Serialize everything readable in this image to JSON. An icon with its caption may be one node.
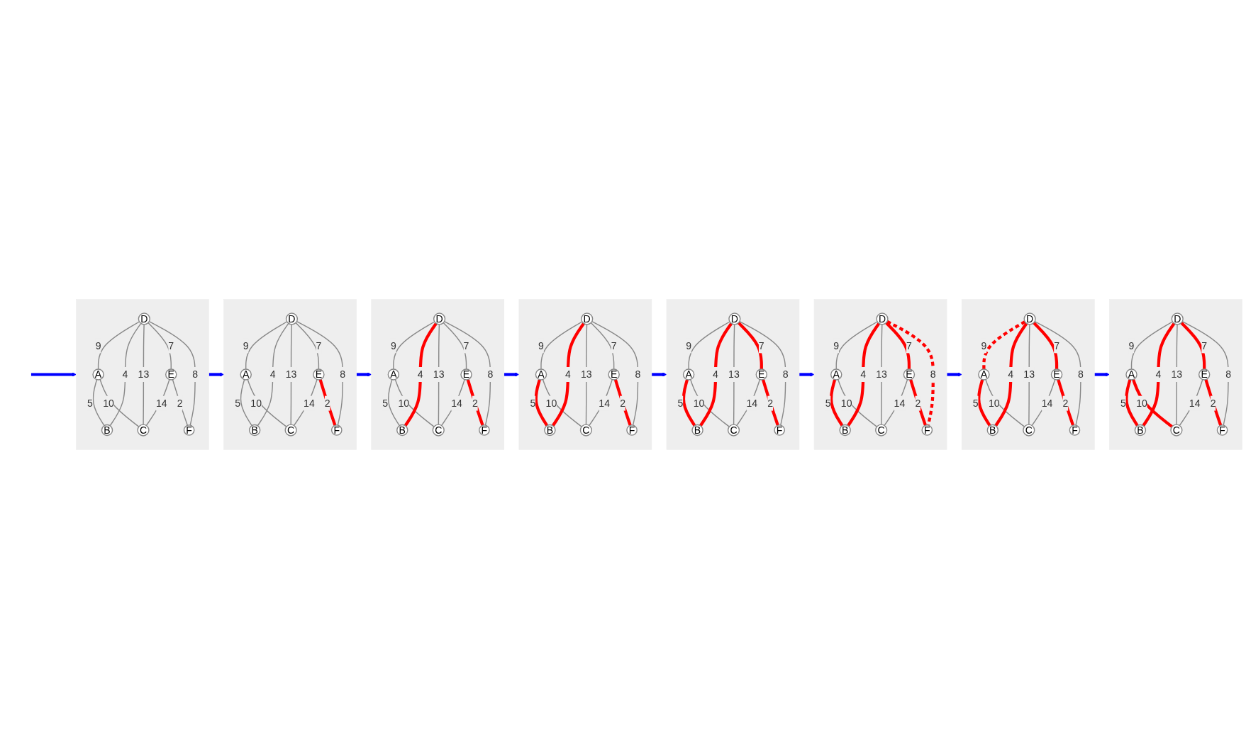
{
  "diagram": {
    "nodes": [
      {
        "text": [],
        "shape": "box"
      },
      {
        "text": [
          "A"
        ],
        "in": 0
      },
      {
        "text": [
          "B"
        ],
        "in": 0
      },
      {
        "text": [
          "C"
        ],
        "in": 0
      },
      {
        "text": [
          "D"
        ],
        "in": 0
      },
      {
        "text": [
          "E"
        ],
        "in": 0
      },
      {
        "text": [
          "F"
        ],
        "in": 0
      },
      {
        "text": [],
        "shape": "box"
      },
      {
        "text": [
          "A"
        ],
        "in": 7
      },
      {
        "text": [
          "B"
        ],
        "in": 7
      },
      {
        "text": [
          "C"
        ],
        "in": 7
      },
      {
        "text": [
          "D"
        ],
        "in": 7
      },
      {
        "text": [
          "E"
        ],
        "in": 7
      },
      {
        "text": [
          "F"
        ],
        "in": 7
      },
      {
        "text": [],
        "shape": "box"
      },
      {
        "text": [
          "A"
        ],
        "in": 14
      },
      {
        "text": [
          "B"
        ],
        "in": 14
      },
      {
        "text": [
          "C"
        ],
        "in": 14
      },
      {
        "text": [
          "D"
        ],
        "in": 14
      },
      {
        "text": [
          "E"
        ],
        "in": 14
      },
      {
        "text": [
          "F"
        ],
        "in": 14
      },
      {
        "text": [],
        "shape": "box"
      },
      {
        "text": [
          "A"
        ],
        "in": 21
      },
      {
        "text": [
          "B"
        ],
        "in": 21
      },
      {
        "text": [
          "C"
        ],
        "in": 21
      },
      {
        "text": [
          "D"
        ],
        "in": 21
      },
      {
        "text": [
          "E"
        ],
        "in": 21
      },
      {
        "text": [
          "F"
        ],
        "in": 21
      },
      {
        "text": [],
        "shape": "box"
      },
      {
        "text": [
          "A"
        ],
        "in": 28
      },
      {
        "text": [
          "B"
        ],
        "in": 28
      },
      {
        "text": [
          "C"
        ],
        "in": 28
      },
      {
        "text": [
          "D"
        ],
        "in": 28
      },
      {
        "text": [
          "E"
        ],
        "in": 28
      },
      {
        "text": [
          "F"
        ],
        "in": 28
      },
      {
        "text": [],
        "shape": "box"
      },
      {
        "text": [
          "A"
        ],
        "in": 35
      },
      {
        "text": [
          "B"
        ],
        "in": 35
      },
      {
        "text": [
          "C"
        ],
        "in": 35
      },
      {
        "text": [
          "D"
        ],
        "in": 35
      },
      {
        "text": [
          "E"
        ],
        "in": 35
      },
      {
        "text": [
          "F"
        ],
        "in": 35
      },
      {
        "text": [],
        "shape": "box"
      },
      {
        "text": [
          "A"
        ],
        "in": 42
      },
      {
        "text": [
          "B"
        ],
        "in": 42
      },
      {
        "text": [
          "C"
        ],
        "in": 42
      },
      {
        "text": [
          "D"
        ],
        "in": 42
      },
      {
        "text": [
          "E"
        ],
        "in": 42
      },
      {
        "text": [
          "F"
        ],
        "in": 42
      },
      {
        "text": [],
        "shape": "box"
      },
      {
        "text": [
          "A"
        ],
        "in": 49
      },
      {
        "text": [
          "B"
        ],
        "in": 49
      },
      {
        "text": [
          "C"
        ],
        "in": 49
      },
      {
        "text": [
          "D"
        ],
        "in": 49
      },
      {
        "text": [
          "E"
        ],
        "in": 49
      },
      {
        "text": [
          "F"
        ],
        "in": 49
      }
    ],
    "edges": [
      {
        "from": null,
        "to": 0,
        "arrow": "to",
        "style": "thick",
        "color": "#0000ff"
      },
      {
        "from": 1,
        "to": 2,
        "arrow": "none",
        "label": "5"
      },
      {
        "from": 1,
        "to": 3,
        "arrow": "none",
        "label": "10"
      },
      {
        "from": 4,
        "to": 1,
        "arrow": "none",
        "label": "9"
      },
      {
        "from": 4,
        "to": 2,
        "arrow": "none",
        "label": "4"
      },
      {
        "from": 4,
        "to": 3,
        "arrow": "none",
        "label": "13"
      },
      {
        "from": 5,
        "to": 3,
        "arrow": "none",
        "label": "14"
      },
      {
        "from": 4,
        "to": 5,
        "arrow": "none",
        "label": "7"
      },
      {
        "from": 4,
        "to": 6,
        "arrow": "none",
        "label": "8"
      },
      {
        "from": 5,
        "to": 6,
        "arrow": "none",
        "label": "2"
      },
      {
        "from": 0,
        "to": 7,
        "arrow": "to",
        "style": "thick",
        "color": "#0000ff"
      },
      {
        "from": 8,
        "to": 9,
        "arrow": "none",
        "label": "5"
      },
      {
        "from": 8,
        "to": 10,
        "arrow": "none",
        "label": "10"
      },
      {
        "from": 11,
        "to": 8,
        "arrow": "none",
        "label": "9"
      },
      {
        "from": 11,
        "to": 9,
        "arrow": "none",
        "label": "4"
      },
      {
        "from": 11,
        "to": 10,
        "arrow": "none",
        "label": "13"
      },
      {
        "from": 12,
        "to": 10,
        "arrow": "none",
        "label": "14"
      },
      {
        "from": 11,
        "to": 12,
        "arrow": "none",
        "label": "7"
      },
      {
        "from": 11,
        "to": 13,
        "arrow": "none",
        "label": "8"
      },
      {
        "from": 12,
        "to": 13,
        "arrow": "none",
        "label": "2",
        "style": "thick",
        "color": "#ff0000"
      },
      {
        "from": 7,
        "to": 14,
        "arrow": "to",
        "style": "thick",
        "color": "#0000ff"
      },
      {
        "from": 15,
        "to": 16,
        "arrow": "none",
        "label": "5"
      },
      {
        "from": 15,
        "to": 17,
        "arrow": "none",
        "label": "10"
      },
      {
        "from": 18,
        "to": 15,
        "arrow": "none",
        "label": "9"
      },
      {
        "from": 18,
        "to": 16,
        "arrow": "none",
        "label": "4",
        "style": "thick",
        "color": "#ff0000"
      },
      {
        "from": 18,
        "to": 17,
        "arrow": "none",
        "label": "13"
      },
      {
        "from": 19,
        "to": 17,
        "arrow": "none",
        "label": "14"
      },
      {
        "from": 18,
        "to": 19,
        "arrow": "none",
        "label": "7"
      },
      {
        "from": 18,
        "to": 20,
        "arrow": "none",
        "label": "8"
      },
      {
        "from": 19,
        "to": 20,
        "arrow": "none",
        "label": "2",
        "style": "thick",
        "color": "#ff0000"
      },
      {
        "from": 14,
        "to": 21,
        "arrow": "to",
        "style": "thick",
        "color": "#0000ff"
      },
      {
        "from": 22,
        "to": 23,
        "arrow": "none",
        "label": "5",
        "style": "thick",
        "color": "#ff0000"
      },
      {
        "from": 22,
        "to": 24,
        "arrow": "none",
        "label": "10"
      },
      {
        "from": 25,
        "to": 22,
        "arrow": "none",
        "label": "9"
      },
      {
        "from": 25,
        "to": 23,
        "arrow": "none",
        "label": "4",
        "style": "thick",
        "color": "#ff0000"
      },
      {
        "from": 25,
        "to": 24,
        "arrow": "none",
        "label": "13"
      },
      {
        "from": 26,
        "to": 24,
        "arrow": "none",
        "label": "14"
      },
      {
        "from": 25,
        "to": 26,
        "arrow": "none",
        "label": "7"
      },
      {
        "from": 25,
        "to": 27,
        "arrow": "none",
        "label": "8"
      },
      {
        "from": 26,
        "to": 27,
        "arrow": "none",
        "label": "2",
        "style": "thick",
        "color": "#ff0000"
      },
      {
        "from": 21,
        "to": 28,
        "arrow": "to",
        "style": "thick",
        "color": "#0000ff"
      },
      {
        "from": 29,
        "to": 30,
        "arrow": "none",
        "label": "5",
        "style": "thick",
        "color": "#ff0000"
      },
      {
        "from": 29,
        "to": 31,
        "arrow": "none",
        "label": "10"
      },
      {
        "from": 32,
        "to": 29,
        "arrow": "none",
        "label": "9"
      },
      {
        "from": 32,
        "to": 30,
        "arrow": "none",
        "label": "4",
        "style": "thick",
        "color": "#ff0000"
      },
      {
        "from": 32,
        "to": 31,
        "arrow": "none",
        "label": "13"
      },
      {
        "from": 33,
        "to": 31,
        "arrow": "none",
        "label": "14"
      },
      {
        "from": 32,
        "to": 33,
        "arrow": "none",
        "label": "7",
        "style": "thick",
        "color": "#ff0000"
      },
      {
        "from": 32,
        "to": 34,
        "arrow": "none",
        "label": "8"
      },
      {
        "from": 33,
        "to": 34,
        "arrow": "none",
        "label": "2",
        "style": "thick",
        "color": "#ff0000"
      },
      {
        "from": 28,
        "to": 35,
        "arrow": "to",
        "style": "thick",
        "color": "#0000ff"
      },
      {
        "from": 36,
        "to": 37,
        "arrow": "none",
        "label": "5",
        "style": "thick",
        "color": "#ff0000"
      },
      {
        "from": 36,
        "to": 38,
        "arrow": "none",
        "label": "10"
      },
      {
        "from": 39,
        "to": 36,
        "arrow": "none",
        "label": "9"
      },
      {
        "from": 39,
        "to": 37,
        "arrow": "none",
        "label": "4",
        "style": "thick",
        "color": "#ff0000"
      },
      {
        "from": 39,
        "to": 38,
        "arrow": "none",
        "label": "13"
      },
      {
        "from": 40,
        "to": 38,
        "arrow": "none",
        "label": "14"
      },
      {
        "from": 39,
        "to": 40,
        "arrow": "none",
        "label": "7",
        "style": "thick",
        "color": "#ff0000"
      },
      {
        "from": 39,
        "to": 41,
        "arrow": "none",
        "label": "8",
        "style": "dashed",
        "color": "#ff0000"
      },
      {
        "from": 40,
        "to": 41,
        "arrow": "none",
        "label": "2",
        "style": "thick",
        "color": "#ff0000"
      },
      {
        "from": 35,
        "to": 42,
        "arrow": "to",
        "style": "thick",
        "color": "#0000ff"
      },
      {
        "from": 43,
        "to": 44,
        "arrow": "none",
        "label": "5",
        "style": "thick",
        "color": "#ff0000"
      },
      {
        "from": 43,
        "to": 45,
        "arrow": "none",
        "label": "10"
      },
      {
        "from": 46,
        "to": 43,
        "arrow": "none",
        "label": "9",
        "style": "dashed",
        "color": "#ff0000"
      },
      {
        "from": 46,
        "to": 44,
        "arrow": "none",
        "label": "4",
        "style": "thick",
        "color": "#ff0000"
      },
      {
        "from": 46,
        "to": 45,
        "arrow": "none",
        "label": "13"
      },
      {
        "from": 47,
        "to": 45,
        "arrow": "none",
        "label": "14"
      },
      {
        "from": 46,
        "to": 47,
        "arrow": "none",
        "label": "7",
        "style": "thick",
        "color": "#ff0000"
      },
      {
        "from": 46,
        "to": 48,
        "arrow": "none",
        "label": "8"
      },
      {
        "from": 47,
        "to": 48,
        "arrow": "none",
        "label": "2",
        "style": "thick",
        "color": "#ff0000"
      },
      {
        "from": 42,
        "to": 49,
        "arrow": "to",
        "style": "thick",
        "color": "#0000ff"
      },
      {
        "from": 50,
        "to": 51,
        "arrow": "none",
        "label": "5",
        "style": "thick",
        "color": "#ff0000"
      },
      {
        "from": 50,
        "to": 52,
        "arrow": "none",
        "label": "10",
        "style": "thick",
        "color": "#ff0000"
      },
      {
        "from": 53,
        "to": 50,
        "arrow": "none",
        "label": "9"
      },
      {
        "from": 53,
        "to": 51,
        "arrow": "none",
        "label": "4",
        "style": "thick",
        "color": "#ff0000"
      },
      {
        "from": 53,
        "to": 52,
        "arrow": "none",
        "label": "13"
      },
      {
        "from": 54,
        "to": 52,
        "arrow": "none",
        "label": "14"
      },
      {
        "from": 53,
        "to": 54,
        "arrow": "none",
        "label": "7",
        "style": "thick",
        "color": "#ff0000"
      },
      {
        "from": 53,
        "to": 55,
        "arrow": "none",
        "label": "8"
      },
      {
        "from": 54,
        "to": 55,
        "arrow": "none",
        "label": "2",
        "style": "thick",
        "color": "#ff0000"
      }
    ]
  }
}
